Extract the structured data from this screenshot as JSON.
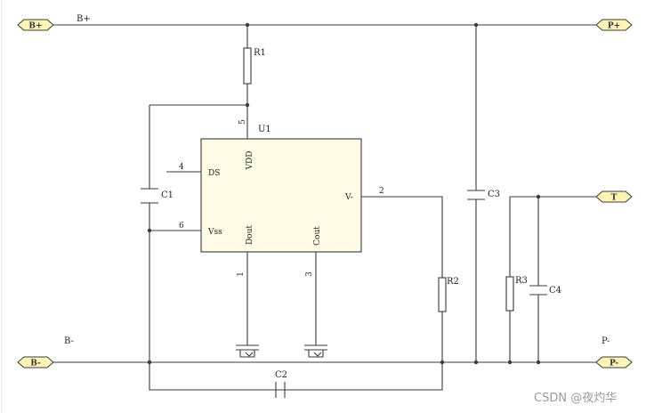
{
  "ports": {
    "b_plus": "B+",
    "b_minus": "B-",
    "p_plus": "P+",
    "p_minus": "P-",
    "t": "T"
  },
  "nets": {
    "b_plus": "B+",
    "b_minus": "B-",
    "p_minus": "P-"
  },
  "components": {
    "r1": "R1",
    "r2": "R2",
    "r3": "R3",
    "c1": "C1",
    "c2": "C2",
    "c3": "C3",
    "c4": "C4",
    "u1": "U1"
  },
  "ic": {
    "vdd": "VDD",
    "ds": "DS",
    "vss": "Vss",
    "vminus": "V-",
    "dout": "Dout",
    "cout": "Cout"
  },
  "pins": {
    "p1": "1",
    "p2": "2",
    "p3": "3",
    "p4": "4",
    "p5": "5",
    "p6": "6"
  },
  "watermark": "CSDN @夜灼华"
}
